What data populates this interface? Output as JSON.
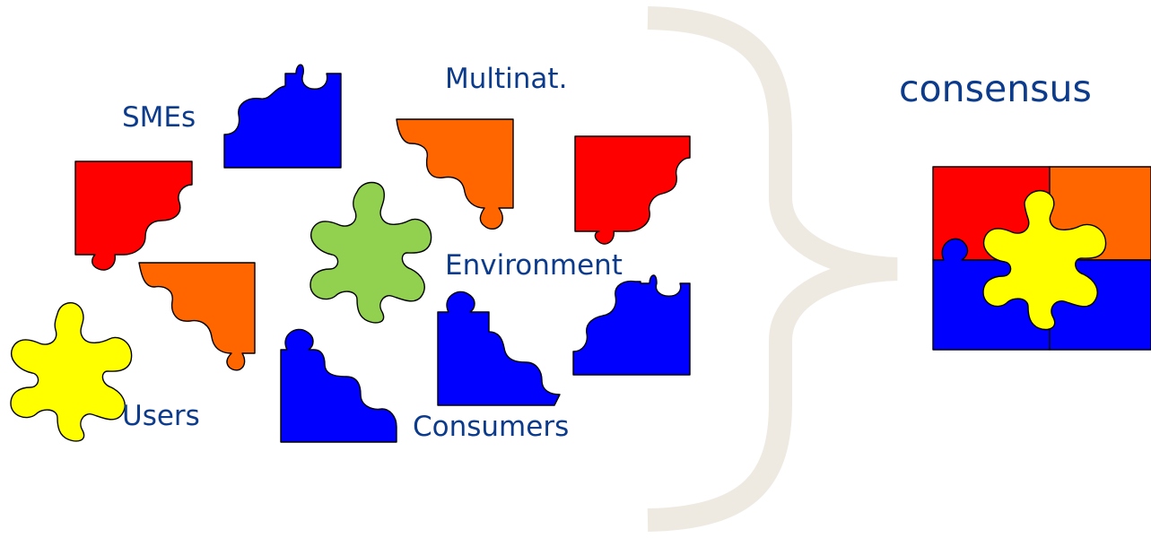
{
  "labels": {
    "smes": "SMEs",
    "multinat": "Multinat.",
    "environment": "Environment",
    "users": "Users",
    "consumers": "Consumers",
    "consensus": "consensus"
  },
  "colors": {
    "red": "#ff0000",
    "orange": "#ff6600",
    "blue": "#0000ff",
    "green": "#92d050",
    "yellow": "#ffff00",
    "text": "#0d3b8c",
    "brace": "#eeeae1"
  },
  "pieces": [
    {
      "name": "sme-blue-piece",
      "color": "blue"
    },
    {
      "name": "multinat-orange-piece",
      "color": "orange"
    },
    {
      "name": "right-red-piece",
      "color": "red"
    },
    {
      "name": "left-red-piece",
      "color": "red"
    },
    {
      "name": "environment-green-piece",
      "color": "green"
    },
    {
      "name": "mid-orange-piece",
      "color": "orange"
    },
    {
      "name": "users-yellow-piece",
      "color": "yellow"
    },
    {
      "name": "bottom-blue-piece",
      "color": "blue"
    },
    {
      "name": "consumers-blue-piece",
      "color": "blue"
    },
    {
      "name": "right-blue-piece",
      "color": "blue"
    }
  ]
}
